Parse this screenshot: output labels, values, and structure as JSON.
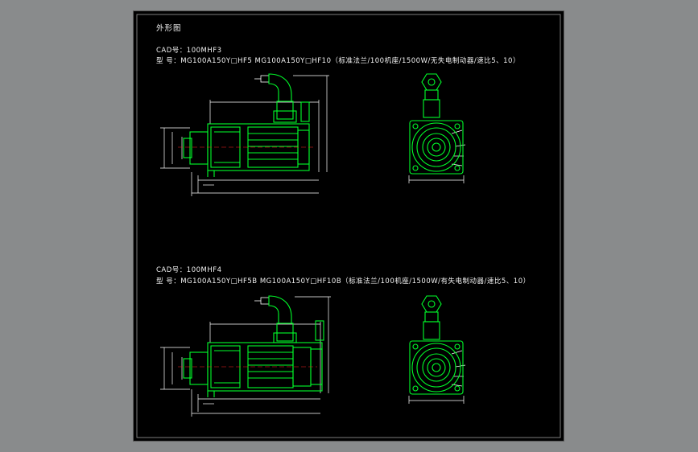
{
  "drawing": {
    "title": "外形图",
    "colors": {
      "page_background": "#898b8c",
      "sheet_background": "#000000",
      "motor_body": "#00ff2a",
      "text": "#f2f2f2",
      "dimension_lines": "#ffffff",
      "centerline": "#ff2020"
    }
  },
  "models": [
    {
      "cad_code": "CAD号：100MHF3",
      "model_line": "型  号：MG100A150Y□HF5  MG100A150Y□HF10（标准法兰/100机座/1500W/无失电制动器/速比5、10）"
    },
    {
      "cad_code": "CAD号：100MHF4",
      "model_line": "型  号：MG100A150Y□HF5B  MG100A150Y□HF10B（标准法兰/100机座/1500W/有失电制动器/速比5、10）"
    }
  ]
}
